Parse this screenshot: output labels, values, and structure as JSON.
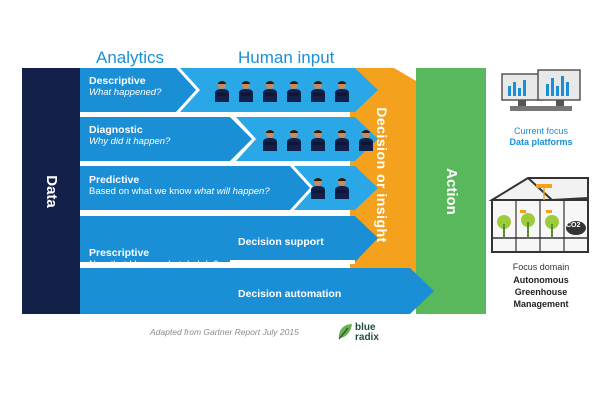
{
  "headers": {
    "analytics": "Analytics",
    "human_input": "Human input"
  },
  "data_label": "Data",
  "decision_label": "Decision or insight",
  "action_label": "Action",
  "rows": [
    {
      "title": "Descriptive",
      "subtitle": "What happened?",
      "people": 6
    },
    {
      "title": "Diagnostic",
      "subtitle": "Why did it happen?",
      "people": 5
    },
    {
      "title": "Predictive",
      "subtitle_pre": "Based on what we know ",
      "subtitle_em": "what will happen?",
      "people": 2
    },
    {
      "title": "Prescriptive",
      "subtitle": "Now that I know, what do I do?",
      "people": 0
    }
  ],
  "decision_support": "Decision support",
  "decision_automation": "Decision automation",
  "caption": "Adapted from Gartner Report July 2015",
  "logo": {
    "line1": "blue",
    "line2": "radix"
  },
  "current_focus": {
    "label": "Current focus",
    "value": "Data platforms"
  },
  "focus_domain": {
    "label": "Focus domain",
    "lines": [
      "Autonomous",
      "Greenhouse",
      "Management"
    ]
  },
  "co2_label": "CO2",
  "colors": {
    "navy": "#13214a",
    "blue": "#1a8fd6",
    "light_blue": "#2aa7e6",
    "orange": "#f4a21d",
    "green": "#58b85b"
  }
}
